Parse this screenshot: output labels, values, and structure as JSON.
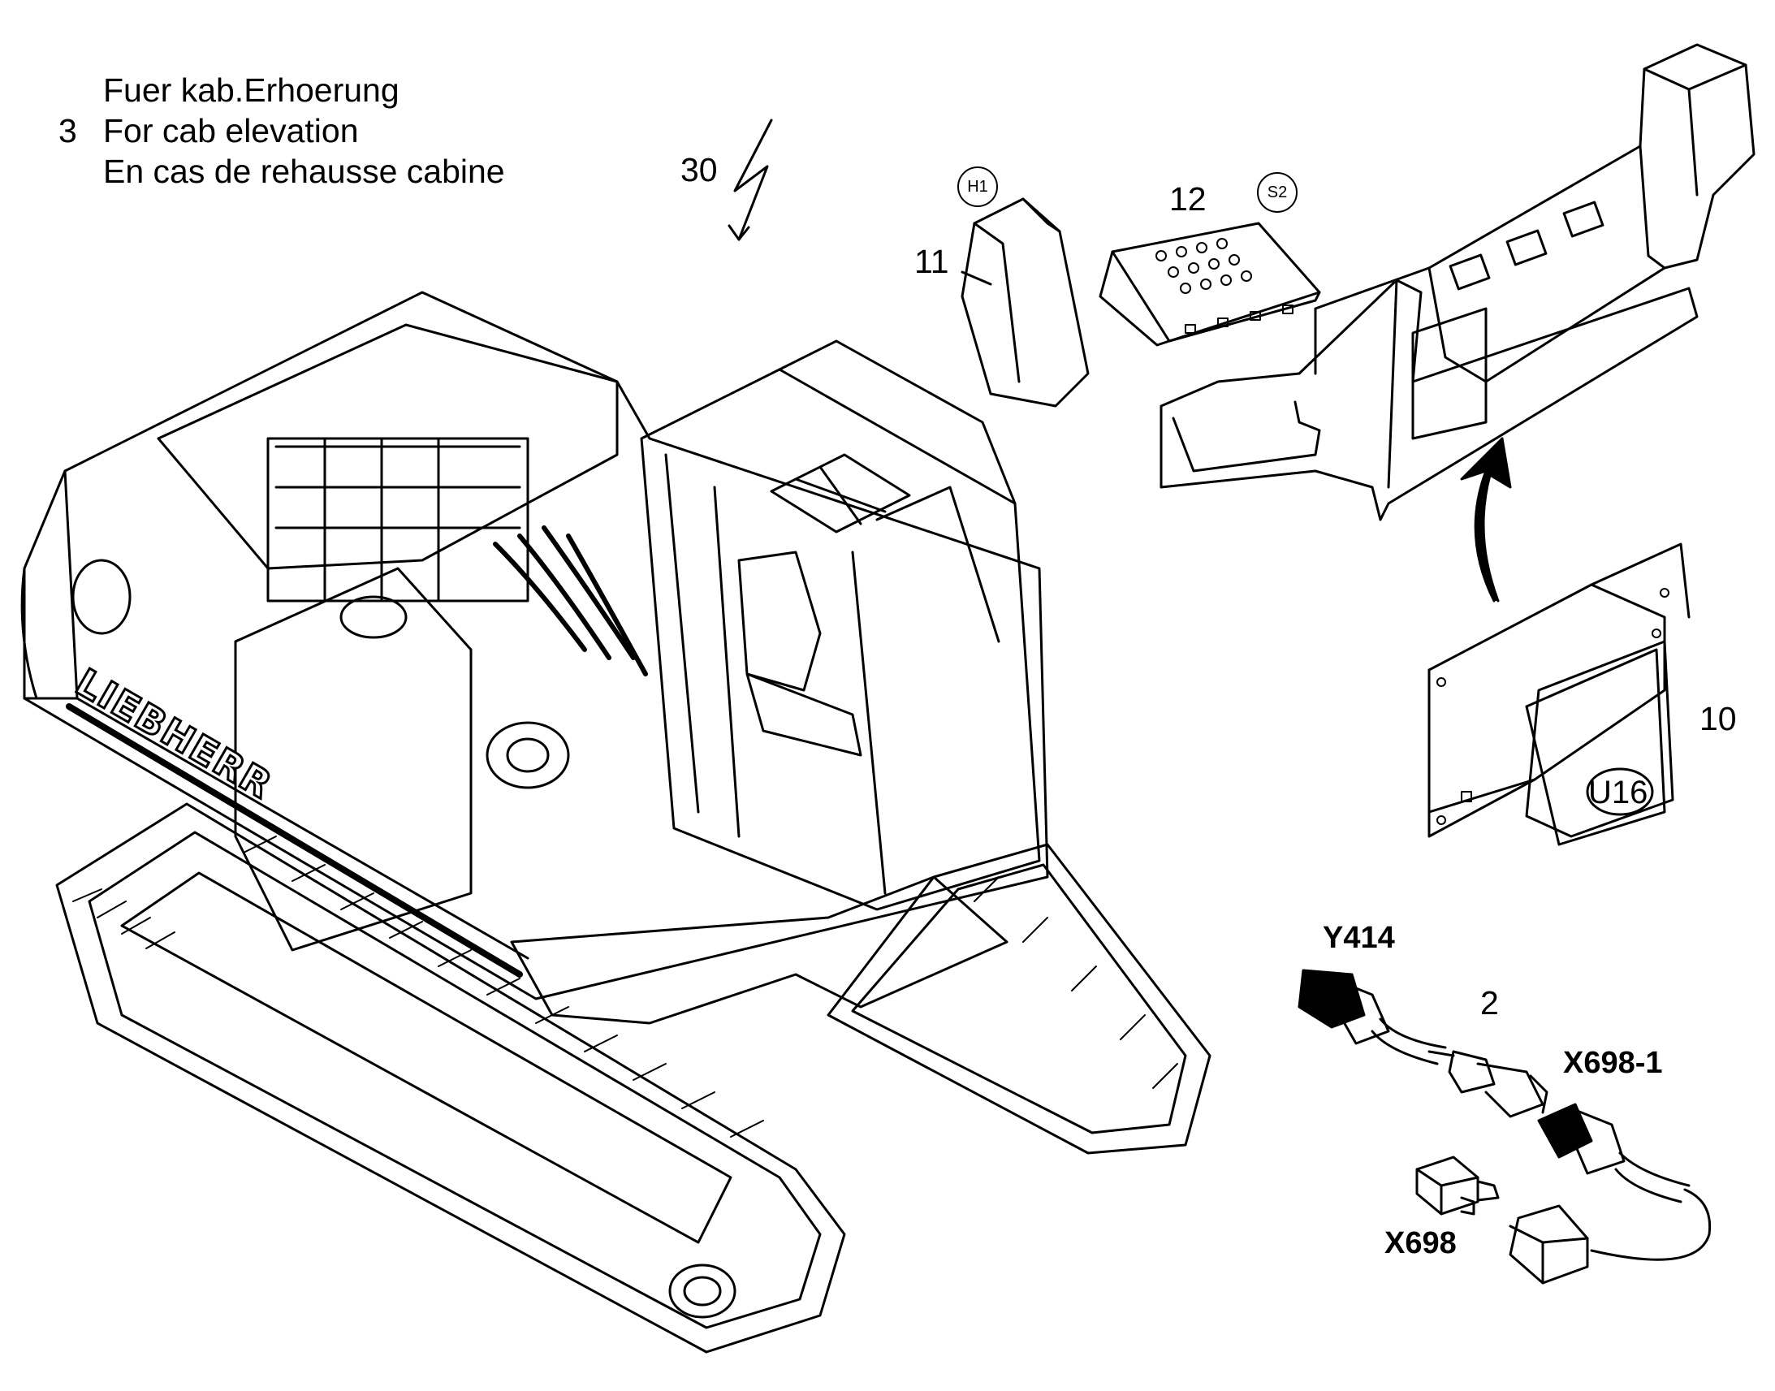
{
  "note": {
    "number": "3",
    "lines": [
      "Fuer kab.Erhoerung",
      "For cab elevation",
      "En cas de rehausse cabine"
    ]
  },
  "callouts": {
    "item30": "30",
    "item11": "11",
    "item12": "12",
    "item10": "10",
    "item2": "2",
    "H1": "H1",
    "S2": "S2",
    "U16": "U16",
    "Y414": "Y414",
    "X698_1": "X698-1",
    "X698": "X698"
  },
  "brand": "LIEBHERR"
}
